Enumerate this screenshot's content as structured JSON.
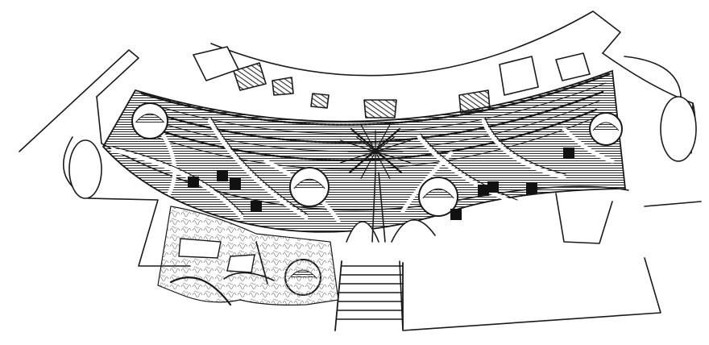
{
  "drawing": {
    "background": "#ffffff",
    "ink": "#1a1a1a",
    "hatch": "#2b2b2b",
    "fill_light": "#f4f4f4",
    "planting_shade": "#8a8a8a",
    "palette_note_free": true
  },
  "plan": {
    "stair_steps": 7,
    "tree_circles": 7,
    "dark_squares": 9,
    "radial_rays": 16,
    "amphitheater_rows": 6
  }
}
